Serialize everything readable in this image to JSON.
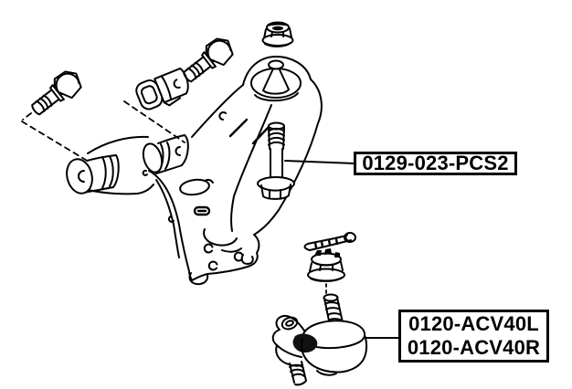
{
  "page": {
    "background_color": "#ffffff",
    "line_color": "#000000"
  },
  "diagram": {
    "kind": "exploded-parts-line-drawing",
    "subject": "front-lower-control-arm-assembly",
    "labels": {
      "bolt_part_number": "0129-023-PCS2",
      "ball_joint_left": "0120-ACV40L",
      "ball_joint_right": "0120-ACV40R"
    },
    "parts": [
      {
        "name": "front-mounting-bolt-drawing"
      },
      {
        "name": "rear-mounting-bolt-drawing"
      },
      {
        "name": "bushing-bracket-drawing"
      },
      {
        "name": "flange-nut-drawing"
      },
      {
        "name": "control-arm-drawing"
      },
      {
        "name": "camber-bolt-drawing"
      },
      {
        "name": "cotter-pin-drawing"
      },
      {
        "name": "castle-nut-drawing"
      },
      {
        "name": "ball-joint-drawing"
      }
    ]
  }
}
